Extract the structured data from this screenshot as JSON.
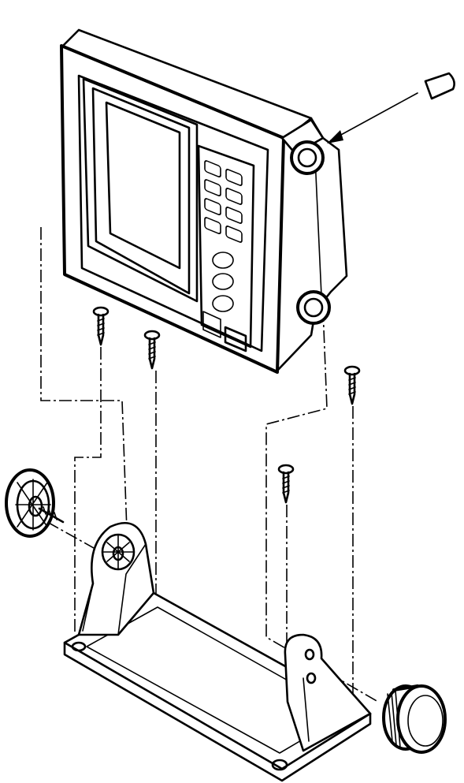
{
  "diagram": {
    "parts": [
      {
        "name": "display-unit",
        "count": 1
      },
      {
        "name": "hanger-bracket",
        "count": 1
      },
      {
        "name": "knob",
        "count": 2
      },
      {
        "name": "tapping-screw",
        "count": 4
      },
      {
        "name": "knob-cap",
        "count": 1
      }
    ],
    "ink_color": "#000000",
    "background_color": "#ffffff"
  }
}
